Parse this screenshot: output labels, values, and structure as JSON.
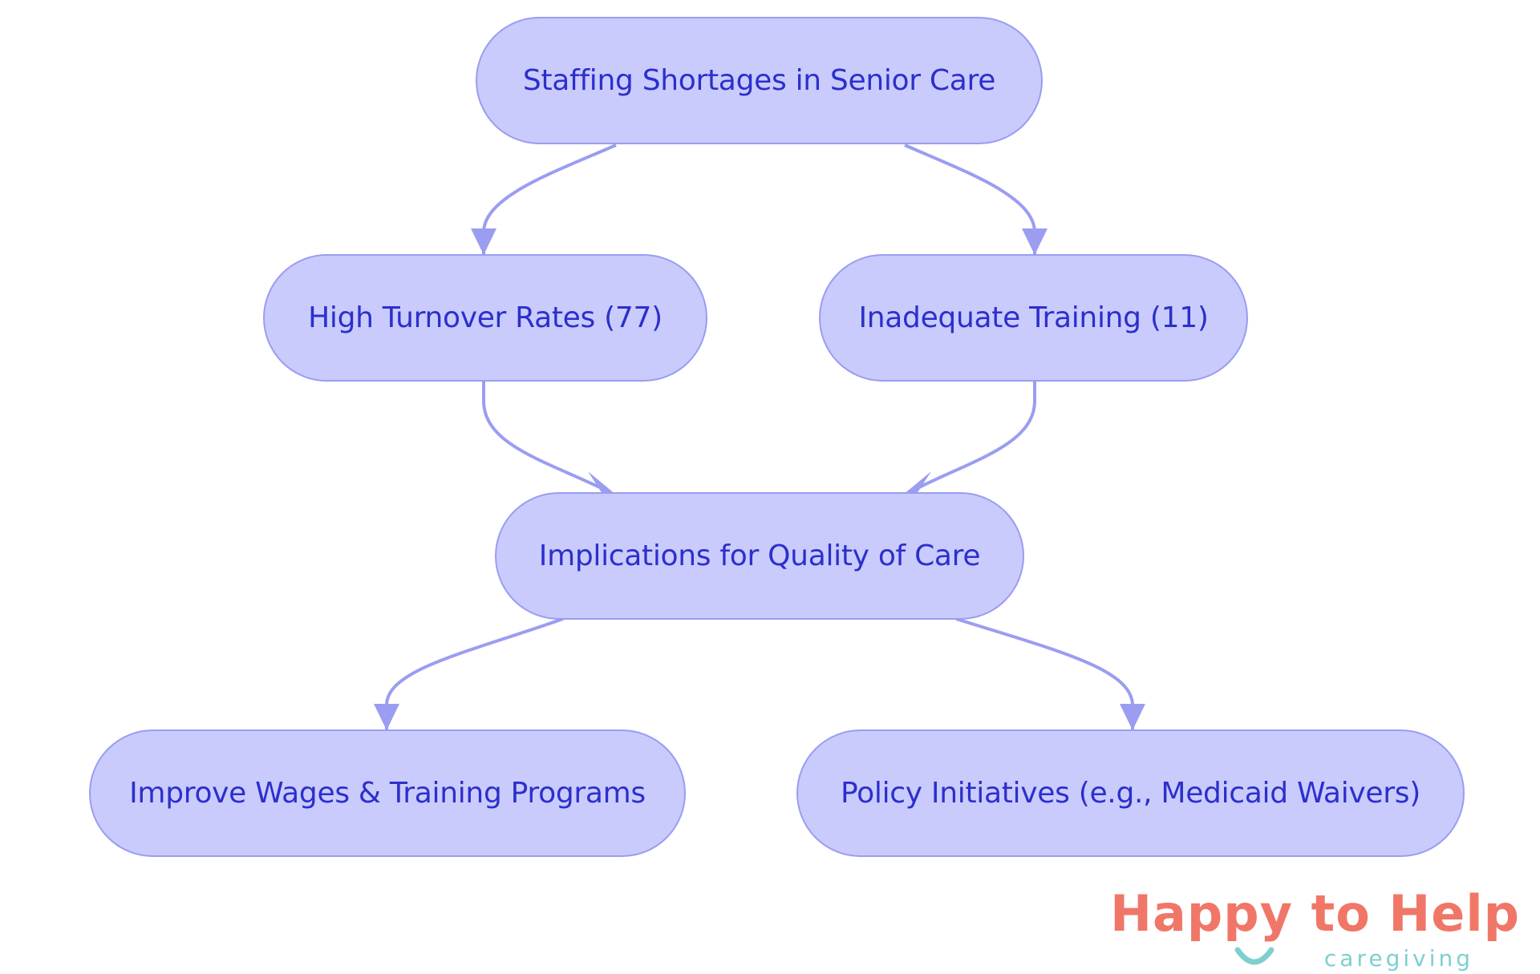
{
  "diagram": {
    "nodes": {
      "root": "Staffing Shortages in Senior Care",
      "turnover": "High Turnover Rates (77)",
      "training": "Inadequate Training (11)",
      "implications": "Implications for Quality of Care",
      "wages": "Improve Wages & Training Programs",
      "policy": "Policy Initiatives (e.g., Medicaid Waivers)"
    },
    "edges": [
      {
        "from": "root",
        "to": "turnover"
      },
      {
        "from": "root",
        "to": "training"
      },
      {
        "from": "turnover",
        "to": "implications"
      },
      {
        "from": "training",
        "to": "implications"
      },
      {
        "from": "implications",
        "to": "wages"
      },
      {
        "from": "implications",
        "to": "policy"
      }
    ]
  },
  "logo": {
    "title": "Happy to Help",
    "subtitle": "caregiving",
    "primary_color": "#f07768",
    "secondary_color": "#7fcfd0"
  },
  "colors": {
    "node_fill": "#c9cbfd",
    "node_border": "#9a9df0",
    "node_text": "#2c2fcb",
    "edge": "#9a9df0"
  }
}
